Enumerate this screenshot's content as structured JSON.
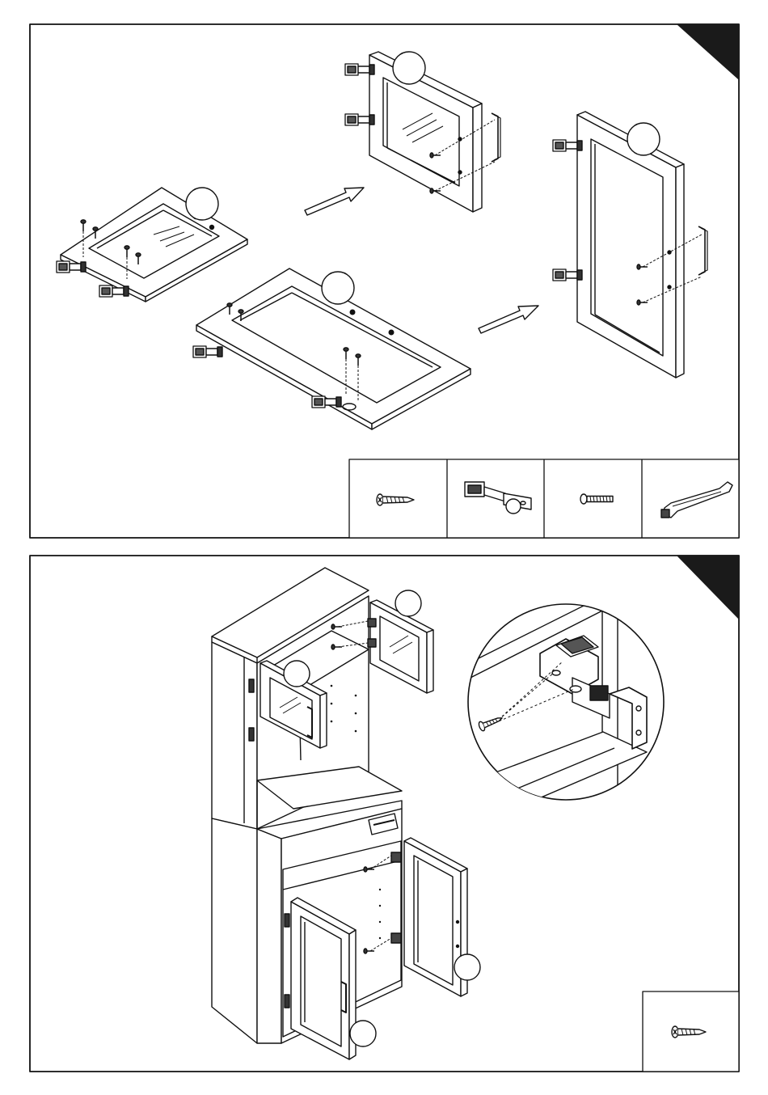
{
  "page": {
    "background": "#ffffff",
    "ink": "#111111",
    "corner_tab_color": "#1a1a1a"
  },
  "step_top": {
    "callout_circles": 4,
    "assembly_arrows": 2,
    "parts_panel": [
      {
        "part": "wood-screw-icon"
      },
      {
        "part": "cabinet-hinge-icon"
      },
      {
        "part": "machine-screw-icon"
      },
      {
        "part": "door-handle-icon"
      }
    ]
  },
  "step_bottom": {
    "callout_circles": 4,
    "detail_view": "hinge-attachment-magnified",
    "parts_panel": [
      {
        "part": "wood-screw-icon"
      }
    ]
  }
}
